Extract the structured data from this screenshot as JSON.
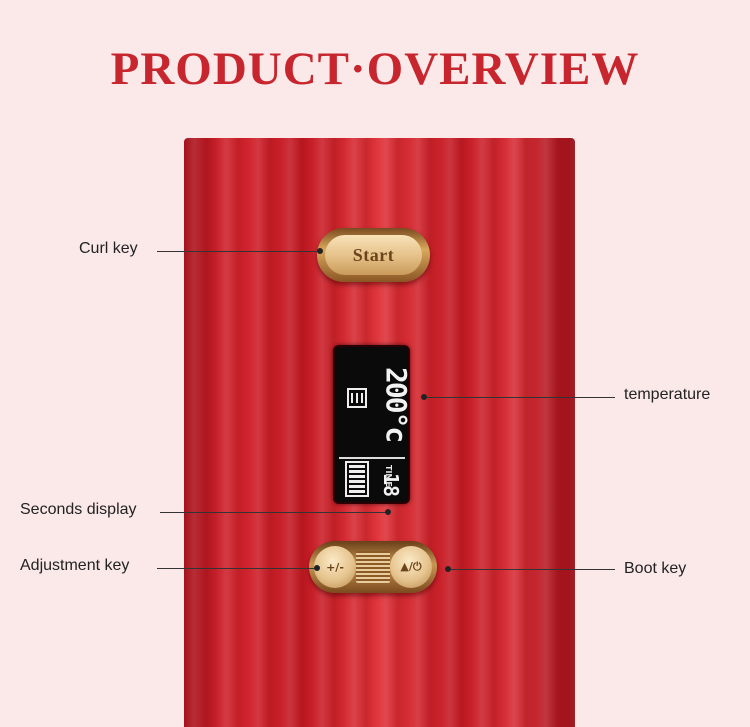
{
  "title": "PRODUCT·OVERVIEW",
  "device": {
    "start_button_label": "Start",
    "display": {
      "temperature": "200°c",
      "time_label": "TIME",
      "seconds": "18"
    },
    "adjust_button_label": "+/-",
    "boot_button_label": "▲/⏻"
  },
  "callouts": {
    "curl_key": "Curl key",
    "temperature": "temperature",
    "seconds_display": "Seconds display",
    "adjustment_key": "Adjustment key",
    "boot_key": "Boot key"
  },
  "colors": {
    "title": "#c8262e",
    "background": "#fbe9e9",
    "device_body": "#d42630",
    "gold": "#d9a85c"
  }
}
